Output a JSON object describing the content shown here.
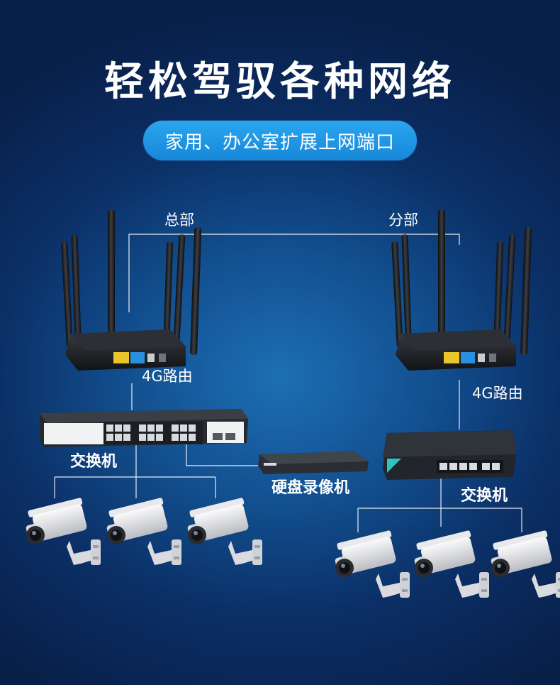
{
  "title": "轻松驾驭各种网络",
  "subtitle": "家用、办公室扩展上网端口",
  "labels": {
    "hq": "总部",
    "branch": "分部",
    "router_left": "4G路由",
    "router_right": "4G路由",
    "switch_left": "交换机",
    "switch_right": "交换机",
    "nvr": "硬盘录像机"
  },
  "colors": {
    "bg_center": "#1d6fb4",
    "bg_edge": "#081f48",
    "pill": "#1f95e4",
    "lines": "#ffffff"
  }
}
